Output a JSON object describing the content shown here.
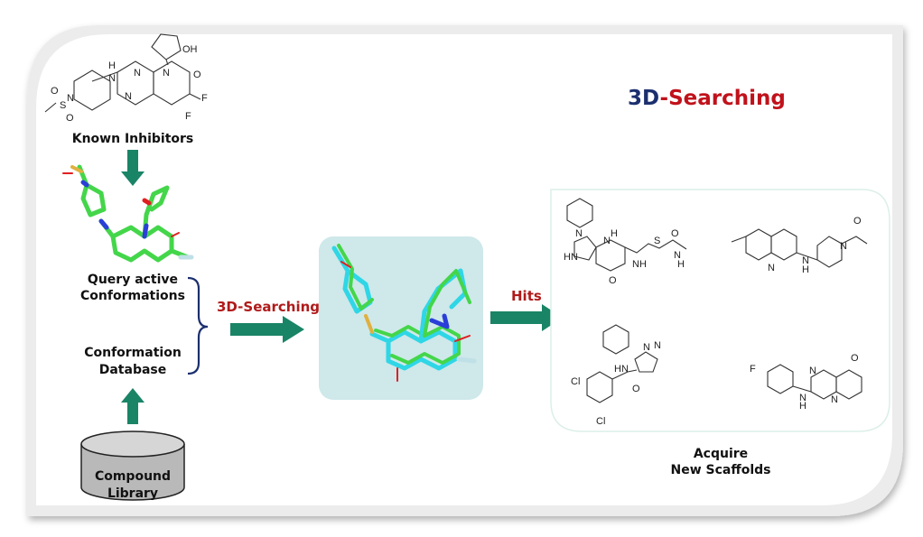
{
  "title": {
    "part1": "3D",
    "part2": "-Searching",
    "color1": "#1b2f6e",
    "color2": "#c0121b"
  },
  "labels": {
    "known_inhibitors": "Known Inhibitors",
    "query_line1": "Query active",
    "query_line2": "Conformations",
    "db_line1": "Conformation",
    "db_line2": "Database",
    "library_line1": "Compound",
    "library_line2": "Library",
    "search_step": "3D-Searching",
    "hits": "Hits",
    "acquire_line1": "Acquire",
    "acquire_line2": "New Scaffolds"
  },
  "colors": {
    "arrow": "#1a8466",
    "step_text": "#b01a1a",
    "overlay_box": "#cfe8ea",
    "carbon_query": "#44d64a",
    "carbon_hit": "#2fd6e6",
    "nitrogen": "#2a3fd8",
    "oxygen": "#e02020",
    "sulfur": "#e0b040"
  },
  "molecules": {
    "known_inhibitor_atoms": [
      "OH",
      "H",
      "N",
      "N",
      "N",
      "O",
      "O",
      "S",
      "N",
      "O",
      "N",
      "F",
      "F"
    ],
    "hit1_atoms": [
      "N",
      "H",
      "N",
      "HN",
      "S",
      "NH",
      "O",
      "O",
      "N",
      "H"
    ],
    "hit2_atoms": [
      "N",
      "N",
      "H",
      "N",
      "O"
    ],
    "hit3_atoms": [
      "N",
      "N",
      "HN",
      "Cl",
      "O",
      "Cl"
    ],
    "hit4_atoms": [
      "F",
      "N",
      "H",
      "N",
      "N",
      "O"
    ]
  }
}
